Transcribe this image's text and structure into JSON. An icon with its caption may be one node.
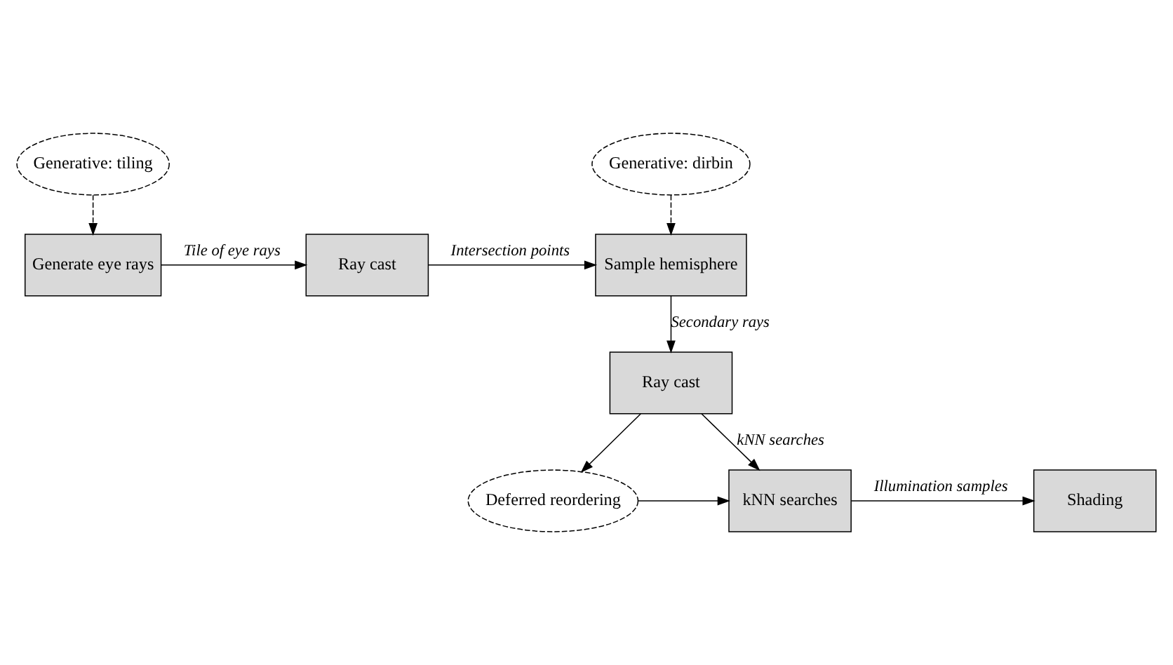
{
  "diagram": {
    "nodes": [
      {
        "text": [
          "Generative: tiling"
        ]
      },
      {
        "text": [
          "Generate eye rays"
        ]
      },
      {
        "text": [
          "Ray cast"
        ]
      },
      {
        "text": [
          "Generative: dirbin"
        ]
      },
      {
        "text": [
          "Sample hemisphere"
        ]
      },
      {
        "text": [
          "Ray cast"
        ]
      },
      {
        "text": [
          "Shading"
        ]
      },
      {
        "text": [
          "kNN searches"
        ]
      },
      {
        "text": [
          "Deferred reordering"
        ]
      }
    ],
    "edges": [
      {
        "from": 0,
        "to": 1,
        "arrow": "to",
        "style": "dashed"
      },
      {
        "from": 1,
        "to": 2,
        "arrow": "to",
        "label": "Tile of eye rays"
      },
      {
        "from": 2,
        "to": 4,
        "arrow": "to",
        "label": "Intersection points"
      },
      {
        "from": 3,
        "to": 4,
        "arrow": "to",
        "style": "dashed"
      },
      {
        "from": 4,
        "to": 5,
        "arrow": "to",
        "label": "Secondary rays"
      },
      {
        "from": 5,
        "to": 7,
        "arrow": "to",
        "label": "kNN searches"
      },
      {
        "from": 5,
        "to": 8,
        "arrow": "to"
      },
      {
        "from": 8,
        "to": 7,
        "arrow": "to"
      },
      {
        "from": 7,
        "to": 6,
        "arrow": "to",
        "label": "Illumination samples"
      }
    ]
  }
}
